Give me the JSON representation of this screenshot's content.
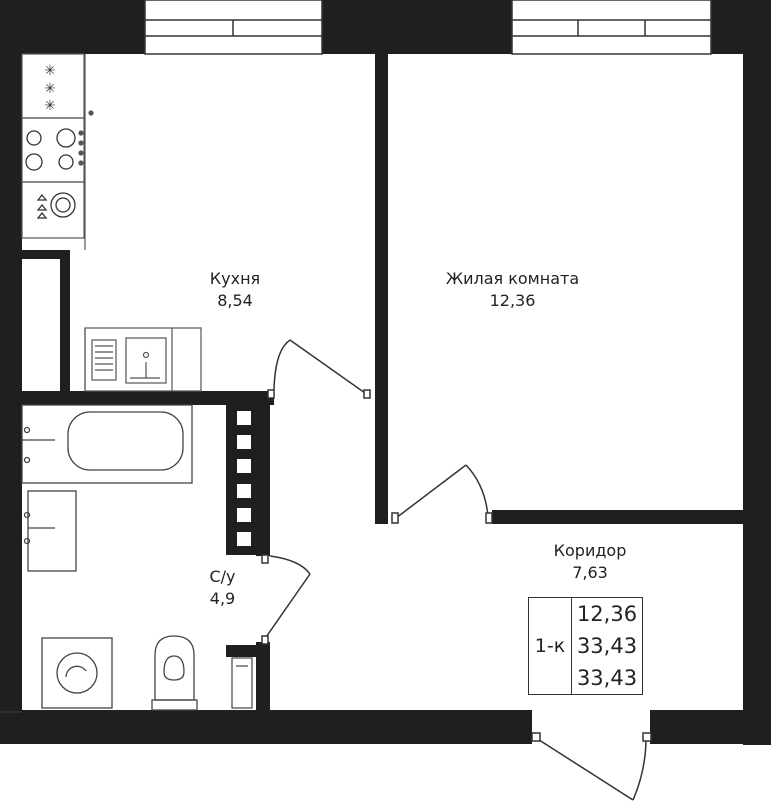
{
  "rooms": {
    "kitchen": {
      "name": "Кухня",
      "area": "8,54"
    },
    "living": {
      "name": "Жилая комната",
      "area": "12,36"
    },
    "corridor": {
      "name": "Коридор",
      "area": "7,63"
    },
    "bathroom": {
      "name": "С/у",
      "area": "4,9"
    }
  },
  "summary": {
    "type": "1-к",
    "living_area": "12,36",
    "total_area": "33,43",
    "total_area_2": "33,43"
  },
  "colors": {
    "wall": "#1f1f1f",
    "line": "#333333",
    "background": "#ffffff"
  }
}
